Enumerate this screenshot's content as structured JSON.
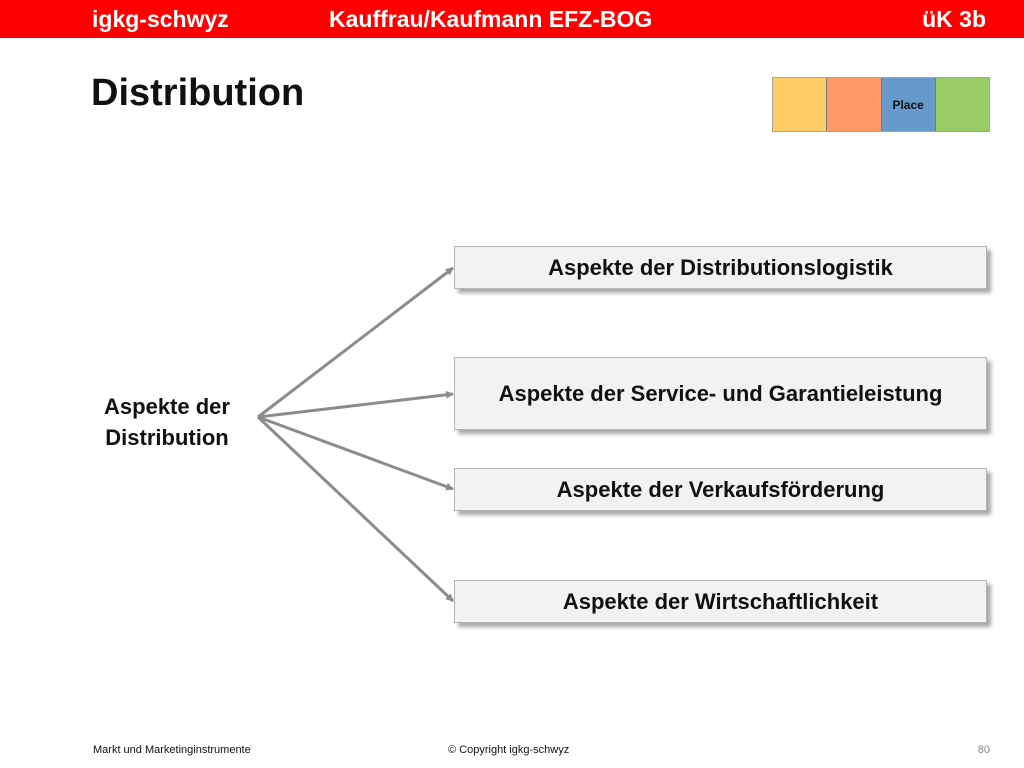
{
  "header": {
    "left": "igkg-schwyz",
    "center": "Kauffrau/Kaufmann EFZ-BOG",
    "right": "üK 3b"
  },
  "title": "Distribution",
  "marketing_mix": {
    "segments": [
      {
        "color": "#ffcc66",
        "label": ""
      },
      {
        "color": "#ff9966",
        "label": ""
      },
      {
        "color": "#6699cc",
        "label": "Place"
      },
      {
        "color": "#99cc66",
        "label": ""
      }
    ]
  },
  "diagram": {
    "root": "Aspekte der Distribution",
    "branches": [
      "Aspekte der Distributionslogistik",
      "Aspekte der Service- und Garantieleistung",
      "Aspekte der Verkaufsförderung",
      "Aspekte der Wirtschaftlichkeit"
    ],
    "arrow_color": "#8c8c8c"
  },
  "footer": {
    "left": "Markt und Marketinginstrumente",
    "center": "© Copyright igkg-schwyz",
    "page": "80"
  }
}
